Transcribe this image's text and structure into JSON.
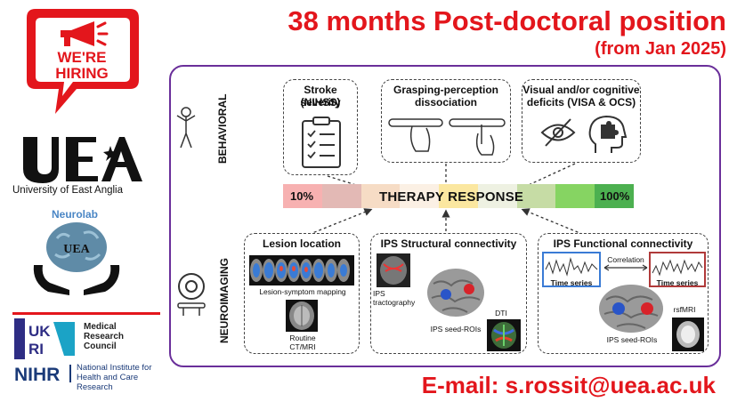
{
  "header": {
    "title": "38 months Post-doctoral position",
    "subtitle": "(from Jan 2025)"
  },
  "badge": {
    "line1": "WE'RE",
    "line2": "HIRING"
  },
  "logos": {
    "uea_caption": "University of East Anglia",
    "neurolab": "Neurolab",
    "mrc": [
      "Medical",
      "Research",
      "Council"
    ],
    "nihr_lines": [
      "National Institute for",
      "Health and Care Research"
    ]
  },
  "sections": {
    "behavioral": "BEHAVIORAL",
    "neuroimaging": "NEUROIMAGING"
  },
  "behavioral_boxes": {
    "stroke": {
      "title1": "Stroke severity",
      "title2": "(NIHSS)"
    },
    "grasp": {
      "title1": "Grasping-perception",
      "title2": "dissociation"
    },
    "visual": {
      "title1": "Visual and/or cognitive",
      "title2": "deficits (VISA & OCS)"
    }
  },
  "therapy": {
    "label": "THERAPY RESPONSE",
    "low": "10%",
    "high": "100%",
    "segments": [
      "#f7b1b1",
      "#e3b9b5",
      "#f6dcc5",
      "#fbf0e4",
      "#fbe7a0",
      "#eef1e2",
      "#c6dca5",
      "#86d462",
      "#4cb050"
    ]
  },
  "imaging_boxes": {
    "lesion": {
      "title": "Lesion location",
      "cap1": "Lesion-symptom mapping",
      "cap2a": "Routine",
      "cap2b": "CT/MRI"
    },
    "structural": {
      "title": "IPS Structural connectivity",
      "cap_ips1": "IPS",
      "cap_ips2": "tractography",
      "cap_seed": "IPS seed-ROIs",
      "cap_dti": "DTI"
    },
    "functional": {
      "title": "IPS Functional connectivity",
      "ts1": "Time series",
      "ts2": "Time series",
      "corr": "Correlation",
      "seed": "IPS seed-ROIs",
      "rsfmri": "rsfMRI"
    }
  },
  "contact": {
    "email": "E-mail: s.rossit@uea.ac.uk"
  },
  "colors": {
    "accent_red": "#e3161c",
    "frame_purple": "#6a2f9a",
    "nihr_blue": "#1a3a78"
  }
}
